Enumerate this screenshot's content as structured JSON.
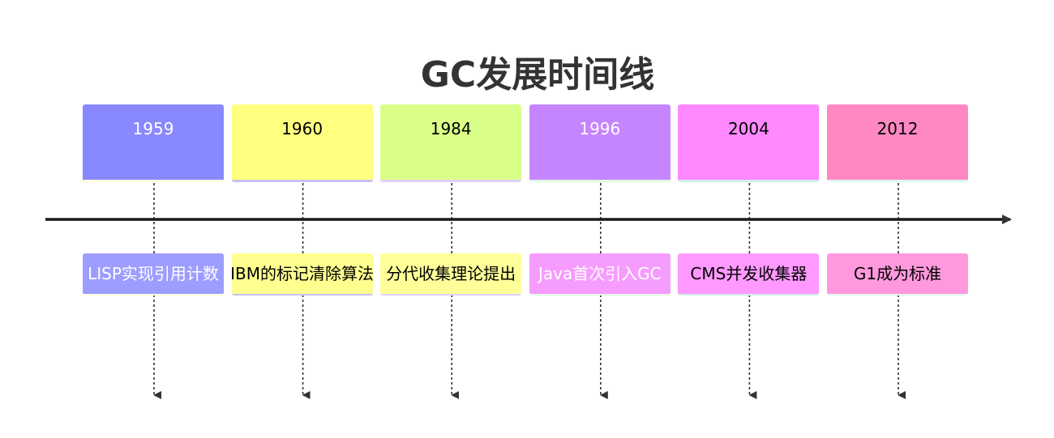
{
  "title": "GC发展时间线",
  "periods": [
    {
      "year": "1959",
      "event": "LISP实现引用计数",
      "color": "#8888ff",
      "event_color": "#9d9dff",
      "text_color": "#ffffff",
      "underline_color": "#ffffdd"
    },
    {
      "year": "1960",
      "event": "IBM的标记清除算法",
      "color": "#ffff80",
      "event_color": "#ffff90",
      "text_color": "#000000",
      "underline_color": "#c8c0f0"
    },
    {
      "year": "1984",
      "event": "分代收集理论提出",
      "color": "#d9ff88",
      "event_color": "#ffff99",
      "text_color": "#000000",
      "underline_color": "#e0d0ff"
    },
    {
      "year": "1996",
      "event": "Java首次引入GC",
      "color": "#c585ff",
      "event_color": "#f79cff",
      "text_color": "#ffffff",
      "underline_color": "#e0ffe0"
    },
    {
      "year": "2004",
      "event": "CMS并发收集器",
      "color": "#ff88ff",
      "event_color": "#ff99ff",
      "text_color": "#000000",
      "underline_color": "#d0f0e8"
    },
    {
      "year": "2012",
      "event": "G1成为标准",
      "color": "#ff88c2",
      "event_color": "#ff99dd",
      "text_color": "#000000",
      "underline_color": "#e0f8f0"
    }
  ]
}
